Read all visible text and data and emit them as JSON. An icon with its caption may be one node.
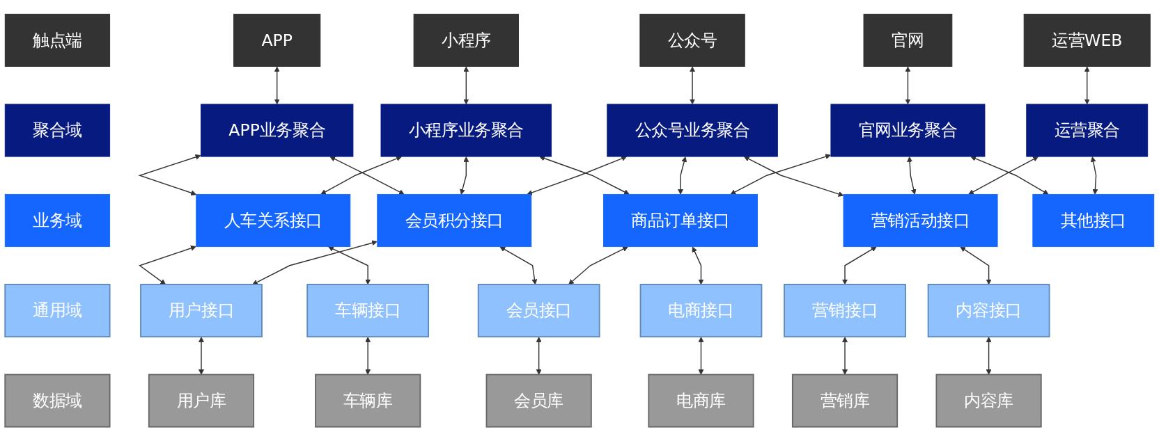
{
  "diagram": {
    "nodes": [
      {
        "text": [
          "触点端"
        ]
      },
      {
        "text": [
          "APP"
        ]
      },
      {
        "text": [
          "小程序"
        ]
      },
      {
        "text": [
          "公众号"
        ]
      },
      {
        "text": [
          "官网"
        ]
      },
      {
        "text": [
          "运营WEB"
        ]
      },
      {
        "text": [
          "聚合域"
        ]
      },
      {
        "text": [
          "APP业务聚合"
        ]
      },
      {
        "text": [
          "小程序业务聚合"
        ]
      },
      {
        "text": [
          "公众号业务聚合"
        ]
      },
      {
        "text": [
          "官网业务聚合"
        ]
      },
      {
        "text": [
          "运营聚合"
        ]
      },
      {
        "text": [
          "业务域"
        ]
      },
      {
        "text": [
          "人车关系接口"
        ]
      },
      {
        "text": [
          "会员积分接口"
        ]
      },
      {
        "text": [
          "商品订单接口"
        ]
      },
      {
        "text": [
          "营销活动接口"
        ]
      },
      {
        "text": [
          "其他接口"
        ]
      },
      {
        "text": [
          "通用域"
        ]
      },
      {
        "text": [
          "用户接口"
        ]
      },
      {
        "text": [
          "车辆接口"
        ]
      },
      {
        "text": [
          "会员接口"
        ]
      },
      {
        "text": [
          "电商接口"
        ]
      },
      {
        "text": [
          "营销接口"
        ]
      },
      {
        "text": [
          "内容接口"
        ]
      },
      {
        "text": [
          "数据域"
        ]
      },
      {
        "text": [
          "用户库"
        ]
      },
      {
        "text": [
          "车辆库"
        ]
      },
      {
        "text": [
          "会员库"
        ]
      },
      {
        "text": [
          "电商库"
        ]
      },
      {
        "text": [
          "营销库"
        ]
      },
      {
        "text": [
          "内容库"
        ]
      }
    ],
    "edges": [
      {
        "from": 1,
        "to": 7,
        "arrow": "both"
      },
      {
        "from": 2,
        "to": 8,
        "arrow": "both"
      },
      {
        "from": 3,
        "to": 9,
        "arrow": "both"
      },
      {
        "from": 4,
        "to": 10,
        "arrow": "both"
      },
      {
        "from": 5,
        "to": 11,
        "arrow": "both"
      },
      {
        "from": 7,
        "to": 13,
        "arrow": "both"
      },
      {
        "from": 7,
        "to": 14,
        "arrow": "both"
      },
      {
        "from": 8,
        "to": 13,
        "arrow": "both"
      },
      {
        "from": 8,
        "to": 14,
        "arrow": "both"
      },
      {
        "from": 8,
        "to": 15,
        "arrow": "both"
      },
      {
        "from": 9,
        "to": 14,
        "arrow": "both"
      },
      {
        "from": 9,
        "to": 15,
        "arrow": "both"
      },
      {
        "from": 9,
        "to": 16,
        "arrow": "both"
      },
      {
        "from": 10,
        "to": 15,
        "arrow": "both"
      },
      {
        "from": 10,
        "to": 16,
        "arrow": "both"
      },
      {
        "from": 10,
        "to": 17,
        "arrow": "both"
      },
      {
        "from": 11,
        "to": 16,
        "arrow": "both"
      },
      {
        "from": 11,
        "to": 17,
        "arrow": "both"
      },
      {
        "from": 13,
        "to": 19,
        "arrow": "both"
      },
      {
        "from": 13,
        "to": 20,
        "arrow": "both"
      },
      {
        "from": 14,
        "to": 19,
        "arrow": "both"
      },
      {
        "from": 14,
        "to": 21,
        "arrow": "both"
      },
      {
        "from": 15,
        "to": 21,
        "arrow": "both"
      },
      {
        "from": 15,
        "to": 22,
        "arrow": "both"
      },
      {
        "from": 16,
        "to": 23,
        "arrow": "both"
      },
      {
        "from": 16,
        "to": 24,
        "arrow": "both"
      },
      {
        "from": 19,
        "to": 26,
        "arrow": "both"
      },
      {
        "from": 20,
        "to": 27,
        "arrow": "both"
      },
      {
        "from": 21,
        "to": 28,
        "arrow": "both"
      },
      {
        "from": 22,
        "to": 29,
        "arrow": "both"
      },
      {
        "from": 23,
        "to": 30,
        "arrow": "both"
      },
      {
        "from": 24,
        "to": 31,
        "arrow": "both"
      }
    ]
  }
}
